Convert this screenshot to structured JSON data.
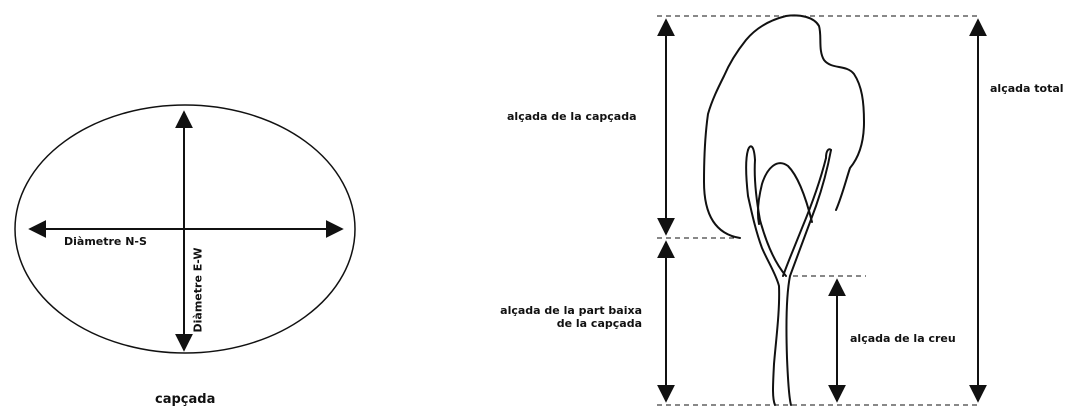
{
  "crown_plan": {
    "label_ns": "Diàmetre N-S",
    "label_ew": "Diàmetre E-W",
    "caption": "capçada"
  },
  "tree_profile": {
    "crown_height": "alçada de la capçada",
    "lower_crown_height_line1": "alçada de la part baixa",
    "lower_crown_height_line2": "de la capçada",
    "fork_height": "alçada de la creu",
    "total_height": "alçada total"
  },
  "colors": {
    "stroke": "#111111",
    "background": "#ffffff"
  }
}
